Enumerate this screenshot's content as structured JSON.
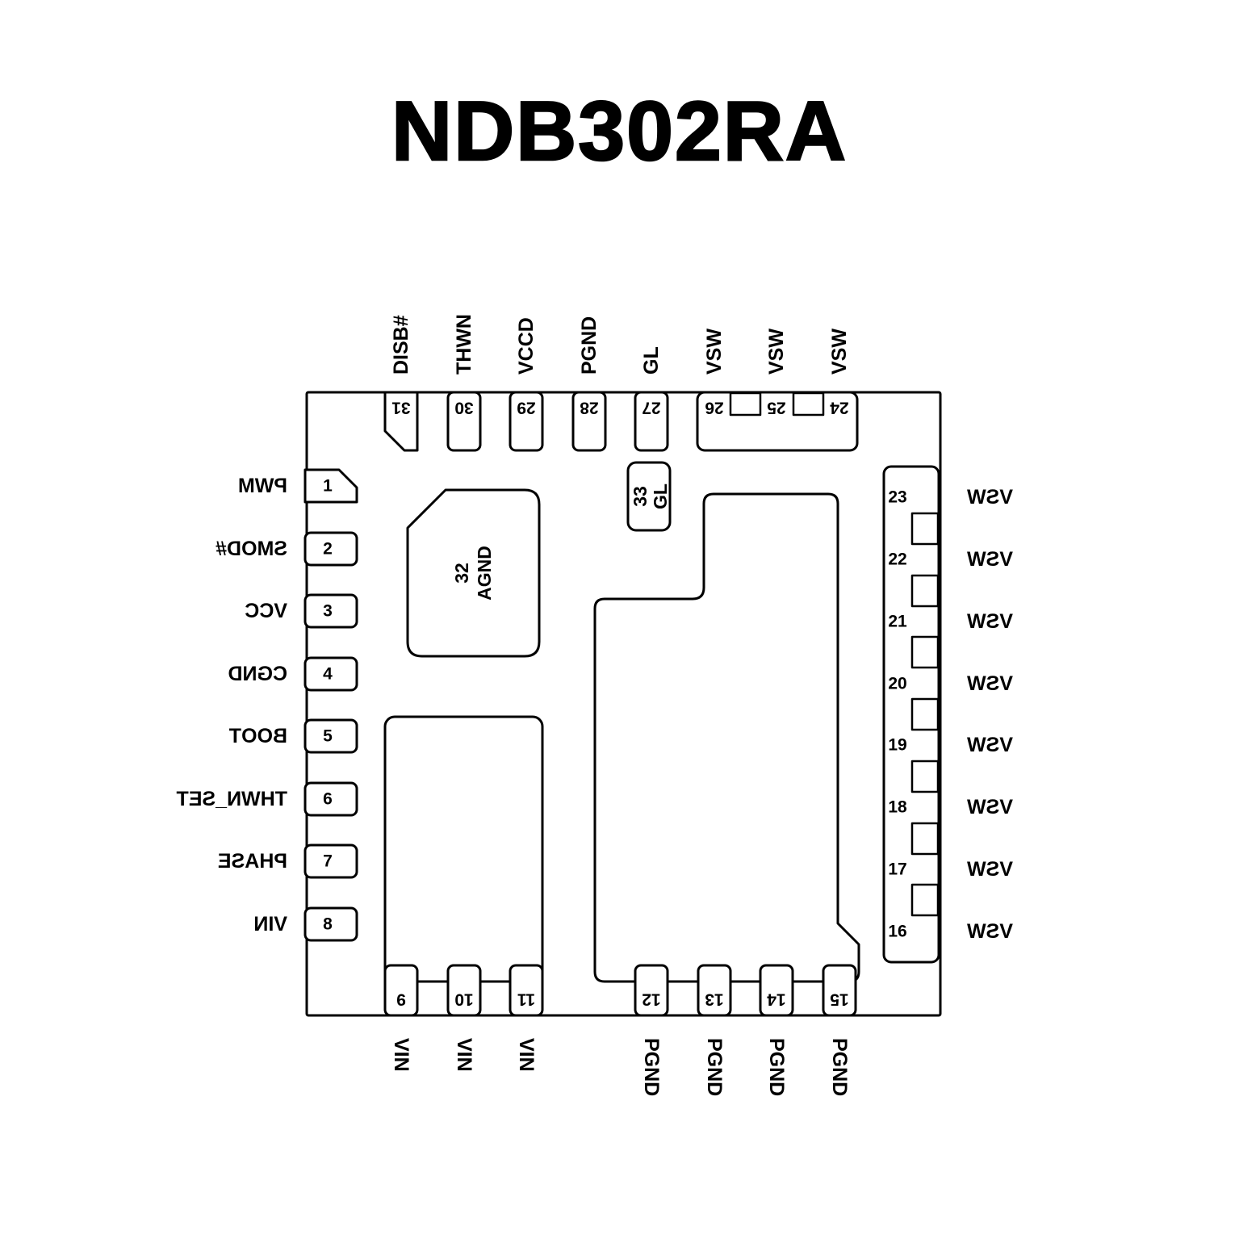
{
  "title": "NDB302RA",
  "package": {
    "pads": [
      {
        "number": "32",
        "name": "AGND"
      },
      {
        "number": "33",
        "name": "GL"
      }
    ],
    "pins": {
      "left": [
        {
          "number": "1",
          "name": "PWM"
        },
        {
          "number": "2",
          "name": "SMOD#"
        },
        {
          "number": "3",
          "name": "VCC"
        },
        {
          "number": "4",
          "name": "CGND"
        },
        {
          "number": "5",
          "name": "BOOT"
        },
        {
          "number": "6",
          "name": "THWN_SET"
        },
        {
          "number": "7",
          "name": "PHASE"
        },
        {
          "number": "8",
          "name": "VIN"
        }
      ],
      "top": [
        {
          "number": "31",
          "name": "DISB#"
        },
        {
          "number": "30",
          "name": "THWN"
        },
        {
          "number": "29",
          "name": "VCCD"
        },
        {
          "number": "28",
          "name": "PGND"
        },
        {
          "number": "27",
          "name": "GL"
        },
        {
          "number": "26",
          "name": "VSW"
        },
        {
          "number": "25",
          "name": "VSW"
        },
        {
          "number": "24",
          "name": "VSW"
        }
      ],
      "right": [
        {
          "number": "23",
          "name": "VSW"
        },
        {
          "number": "22",
          "name": "VSW"
        },
        {
          "number": "21",
          "name": "VSW"
        },
        {
          "number": "20",
          "name": "VSW"
        },
        {
          "number": "19",
          "name": "VSW"
        },
        {
          "number": "18",
          "name": "VSW"
        },
        {
          "number": "17",
          "name": "VSW"
        },
        {
          "number": "16",
          "name": "VSW"
        }
      ],
      "bottom": [
        {
          "number": "9",
          "name": "VIN"
        },
        {
          "number": "10",
          "name": "VIN"
        },
        {
          "number": "11",
          "name": "VIN"
        },
        {
          "number": "12",
          "name": "PGND"
        },
        {
          "number": "13",
          "name": "PGND"
        },
        {
          "number": "14",
          "name": "PGND"
        },
        {
          "number": "15",
          "name": "PGND"
        }
      ]
    }
  },
  "colors": {
    "line": "#000000",
    "background": "#ffffff"
  }
}
